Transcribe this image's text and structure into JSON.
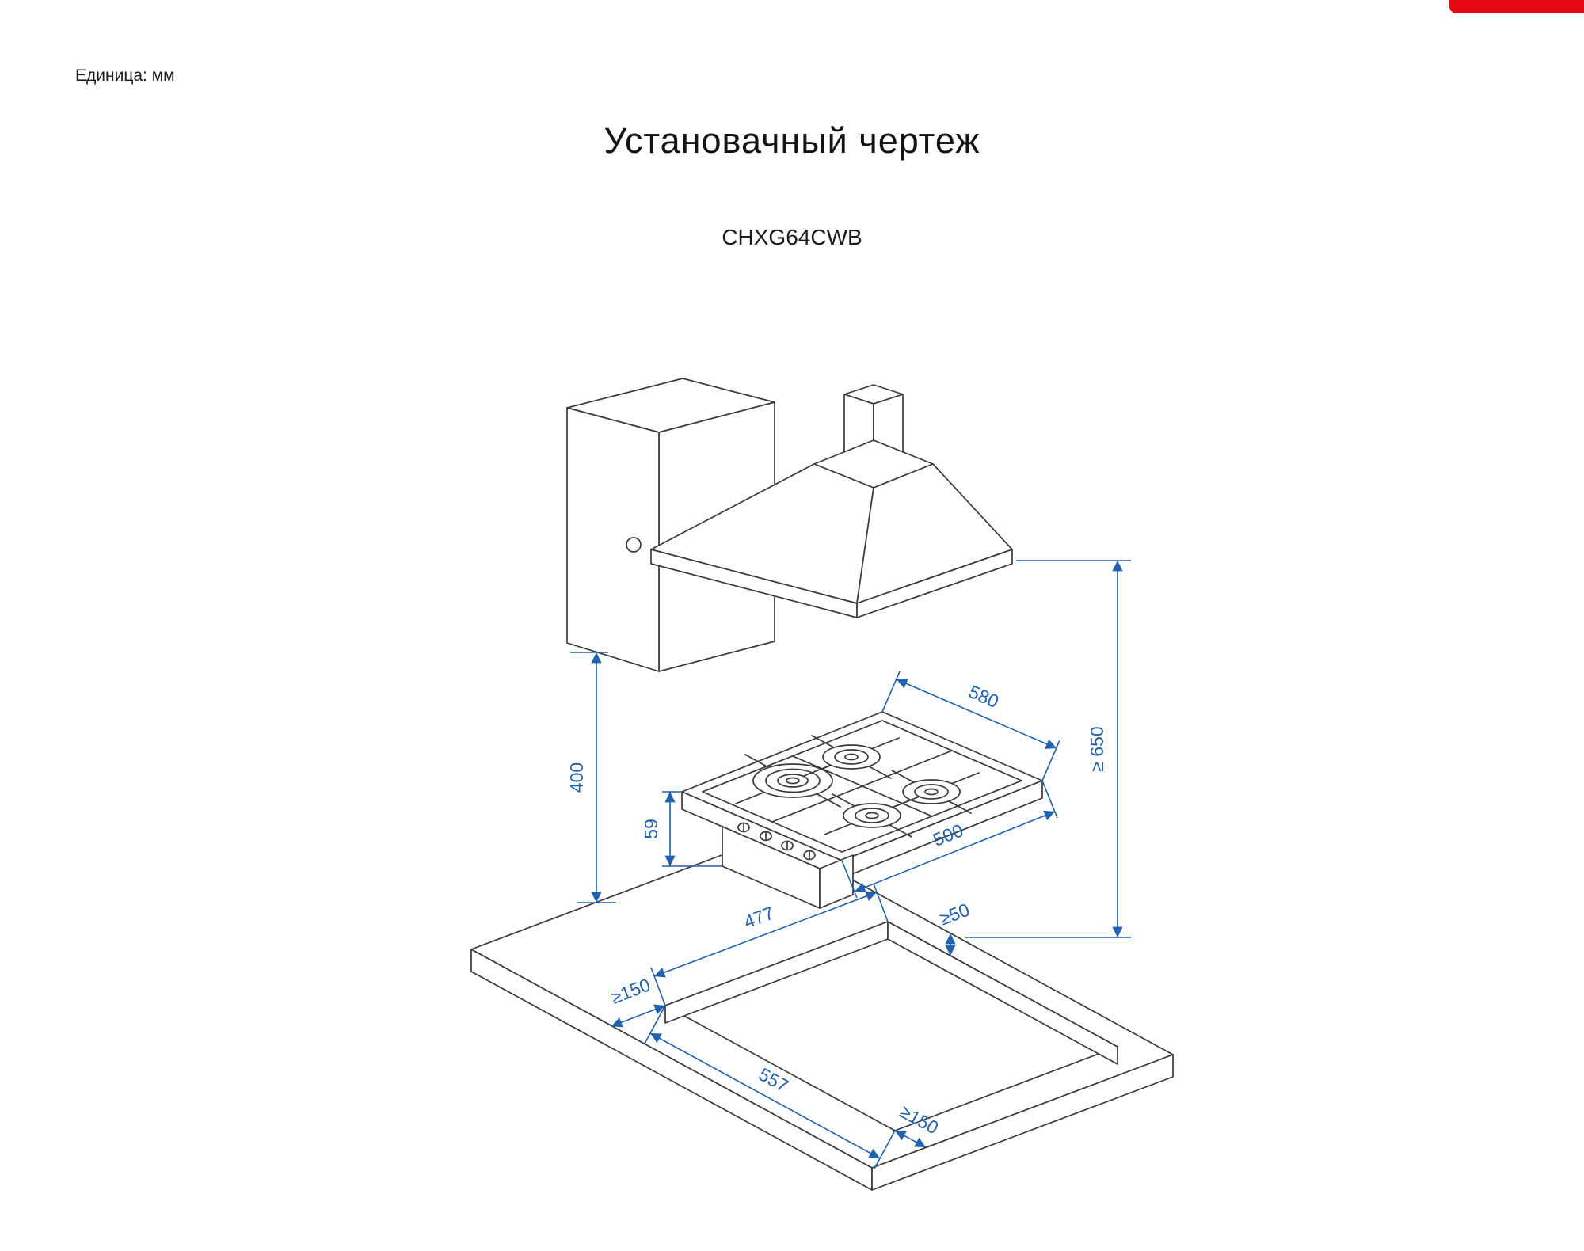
{
  "page": {
    "unit_note": "Единица: мм",
    "title": "Установачный чертеж",
    "model": "CHXG64CWB"
  },
  "colors": {
    "background": "#ffffff",
    "line": "#3a3a3a",
    "dimension": "#2161ad",
    "logo": "#e30613"
  },
  "dimensions": {
    "hob_width": "580",
    "hob_depth": "500",
    "hob_height": "59",
    "cabinet_clearance": "400",
    "hood_clearance": "≥ 650",
    "cutout_depth": "477",
    "rear_clearance": "≥50",
    "cutout_width": "557",
    "side_clearance": "≥150",
    "front_clearance": "≥150"
  }
}
